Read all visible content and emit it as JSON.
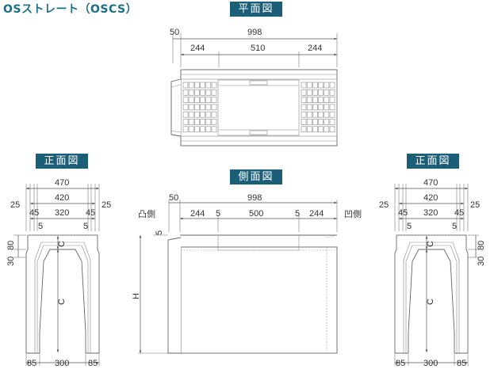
{
  "title": "OSストレート（OSCS）",
  "views": {
    "plan": {
      "label": "平面図",
      "total": "998",
      "end": "50",
      "left": "244",
      "center": "510",
      "right": "244"
    },
    "side": {
      "label": "側面図",
      "total": "998",
      "end": "50",
      "left": "244",
      "gap_left": "5",
      "center": "500",
      "gap_right": "5",
      "right": "244",
      "convex": "凸側",
      "concave": "凹側",
      "top_offset": "5",
      "height": "H"
    },
    "front_left": {
      "label": "正面図",
      "outer": "470",
      "inner": "420",
      "side_left": "25",
      "side_right": "25",
      "wall_left": "45",
      "opening": "320",
      "wall_right": "45",
      "gap_left": "5",
      "gap_right": "5",
      "h80": "80",
      "h30": "30",
      "c_small": "C",
      "c_big": "C",
      "foot_left": "85",
      "foot_center": "300",
      "foot_right": "85"
    },
    "front_right": {
      "label": "正面図",
      "outer": "470",
      "inner": "420",
      "side_left": "25",
      "side_right": "25",
      "wall_left": "45",
      "opening": "320",
      "wall_right": "45",
      "gap_left": "5",
      "gap_right": "5",
      "h80": "80",
      "h30": "30",
      "c_small": "C",
      "c_big": "C",
      "foot_left": "85",
      "foot_center": "300",
      "foot_right": "85"
    }
  }
}
